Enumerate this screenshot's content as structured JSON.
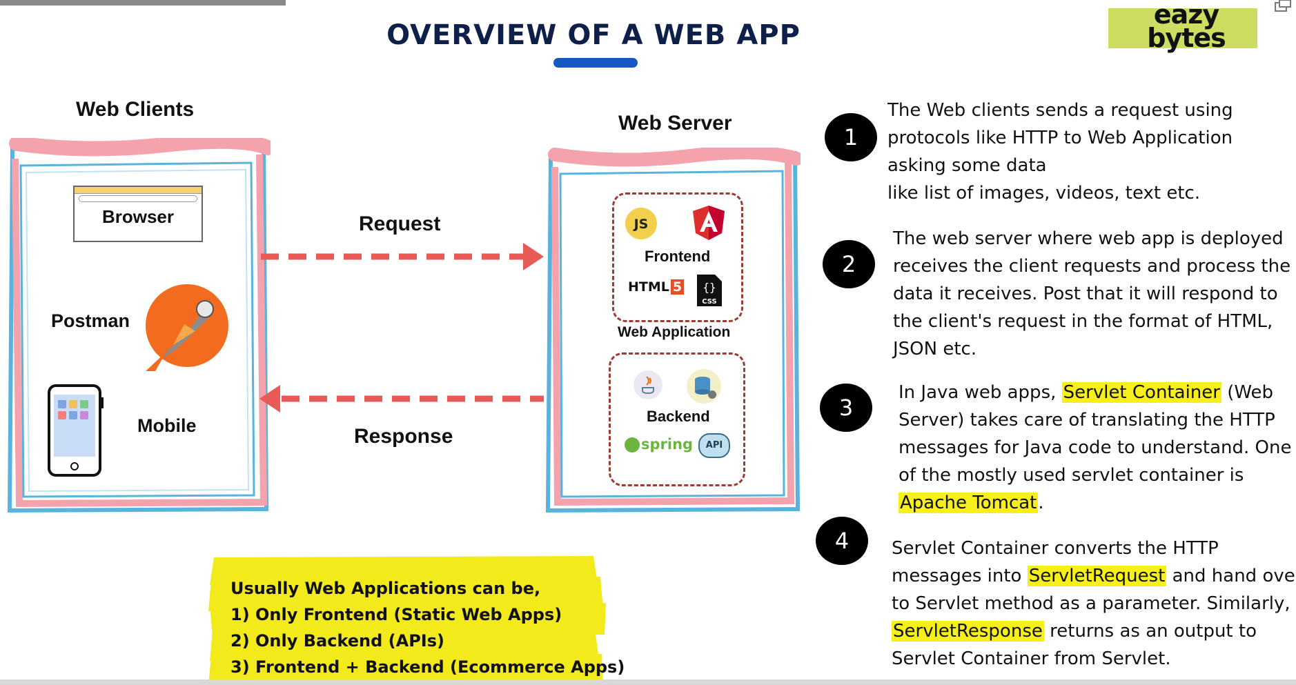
{
  "title": "OVERVIEW OF A WEB APP",
  "logo": {
    "line1": "eazy",
    "line2": "bytes"
  },
  "clients": {
    "heading": "Web Clients",
    "browser": "Browser",
    "postman": "Postman",
    "mobile": "Mobile"
  },
  "server": {
    "heading": "Web Server",
    "frontend": "Frontend",
    "html_badge": "HTML",
    "css_badge": "CSS",
    "js_badge": "JS",
    "web_application": "Web Application",
    "backend": "Backend",
    "spring_badge": "spring",
    "api_badge": "API"
  },
  "arrows": {
    "request": "Request",
    "response": "Response"
  },
  "steps": [
    {
      "number": "1",
      "lines": [
        "The Web clients sends a request using",
        "protocols like HTTP to Web Application",
        "asking some data",
        "like list of images, videos, text etc."
      ]
    },
    {
      "number": "2",
      "lines": [
        "The web server where web app is deployed",
        "receives the client requests and process the",
        "data it receives. Post that it will respond to",
        "the client's request in the format of HTML,",
        "JSON etc."
      ]
    },
    {
      "number": "3",
      "l1_pre": "In Java web apps, ",
      "l1_hl": "Servlet Container",
      "l1_post": " (Web",
      "l2": "Server) takes care of translating the HTTP",
      "l3": "messages for Java code to understand. One",
      "l4": "of the mostly used servlet container is",
      "l5_hl": "Apache Tomcat",
      "l5_post": "."
    },
    {
      "number": "4",
      "l1": "Servlet Container converts the HTTP",
      "l2_pre": "messages into ",
      "l2_hl": "ServletRequest",
      "l2_post": " and hand over",
      "l3": "to Servlet method as a parameter. Similarly,",
      "l4_hl": "ServletResponse",
      "l4_post": " returns as an output to",
      "l5": "Servlet Container from Servlet."
    }
  ],
  "note": {
    "lines": [
      "Usually Web Applications can be,",
      "1) Only Frontend (Static Web Apps)",
      "2) Only Backend (APIs)",
      "3) Frontend + Backend (Ecommerce Apps)"
    ]
  },
  "colors": {
    "title": "#0e1f4a",
    "accent_bar": "#1557c4",
    "logo_bg": "#cddd62",
    "arrow": "#e85a55",
    "highlight": "#f6ef1a",
    "frame_pink": "#f4a3ad",
    "frame_blue": "#58b3dd"
  }
}
